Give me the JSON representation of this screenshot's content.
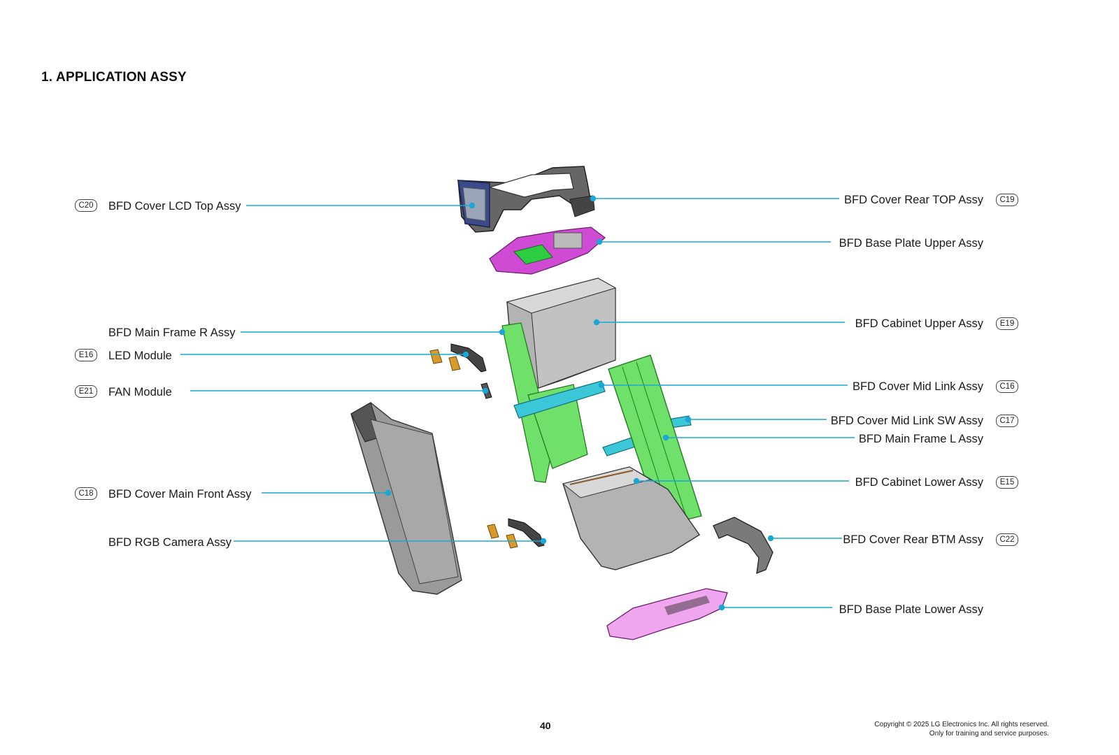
{
  "title": "1. APPLICATION ASSY",
  "accent_color": "#1aa7d6",
  "labels_left": [
    {
      "id": "c20",
      "code": "C20",
      "text": "BFD Cover LCD Top Assy"
    },
    {
      "id": "frame-r",
      "code": "",
      "text": "BFD Main Frame R Assy"
    },
    {
      "id": "e16",
      "code": "E16",
      "text": "LED Module"
    },
    {
      "id": "e21",
      "code": "E21",
      "text": "FAN Module"
    },
    {
      "id": "c18",
      "code": "C18",
      "text": "BFD Cover Main Front Assy"
    },
    {
      "id": "rgb",
      "code": "",
      "text": "BFD RGB Camera Assy"
    }
  ],
  "labels_right": [
    {
      "id": "c19",
      "code": "C19",
      "text": "BFD Cover Rear TOP Assy"
    },
    {
      "id": "bpu",
      "code": "",
      "text": "BFD Base Plate Upper Assy"
    },
    {
      "id": "e19",
      "code": "E19",
      "text": "BFD Cabinet Upper Assy"
    },
    {
      "id": "c16",
      "code": "C16",
      "text": "BFD Cover Mid Link Assy"
    },
    {
      "id": "c17",
      "code": "C17",
      "text": "BFD Cover Mid Link SW Assy"
    },
    {
      "id": "frame-l",
      "code": "",
      "text": "BFD Main Frame L Assy"
    },
    {
      "id": "e15",
      "code": "E15",
      "text": "BFD Cabinet Lower Assy"
    },
    {
      "id": "c22",
      "code": "C22",
      "text": "BFD Cover Rear BTM Assy"
    },
    {
      "id": "bpl",
      "code": "",
      "text": "BFD Base Plate Lower Assy"
    }
  ],
  "page_number": "40",
  "copyright_line1": "Copyright © 2025 LG Electronics Inc. All rights reserved.",
  "copyright_line2": "Only for training and service purposes."
}
